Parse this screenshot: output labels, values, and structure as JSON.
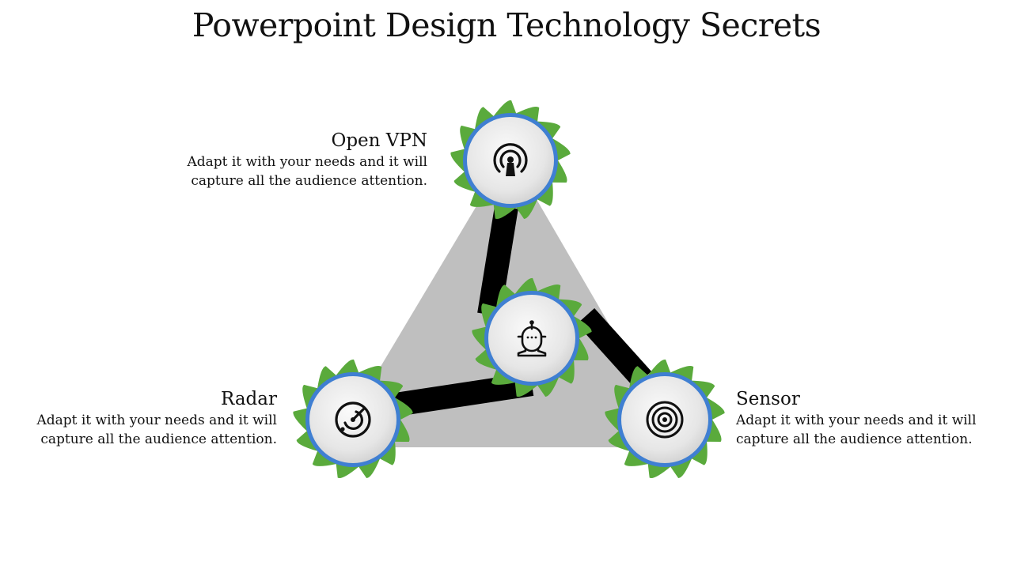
{
  "title": "Powerpoint Design Technology Secrets",
  "colors": {
    "triangle": "#bfbfbf",
    "connector": "#000000",
    "gear": "#5aaa3c",
    "ring": "#3f7fd2",
    "disc": "#e8e8e8"
  },
  "nodes": [
    {
      "heading": "Open VPN",
      "description": "Adapt it with your needs and it will capture all the audience attention.",
      "icon": "vpn-signal-icon"
    },
    {
      "heading": "Radar",
      "description": "Adapt it with your needs and it will capture all the audience attention.",
      "icon": "radar-icon"
    },
    {
      "heading": "Sensor",
      "description": "Adapt it with your needs and it will capture all the audience attention.",
      "icon": "target-sensor-icon"
    }
  ],
  "center": {
    "icon": "robot-head-icon"
  }
}
